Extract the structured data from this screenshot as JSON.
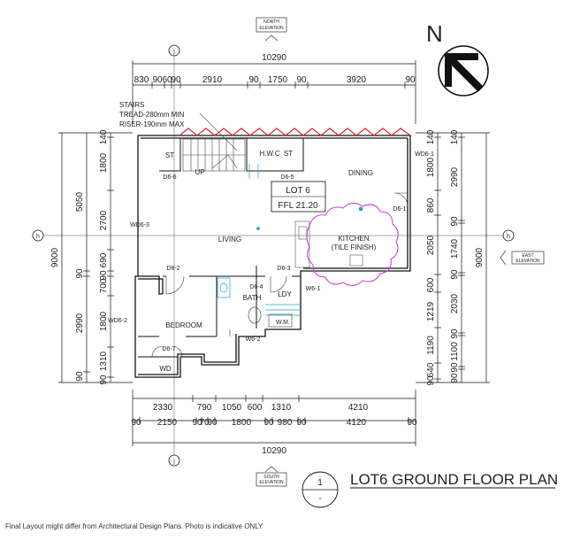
{
  "elevations": {
    "north": [
      "NORTH",
      "ELEVATION"
    ],
    "east": [
      "EAST",
      "ELEVATION"
    ],
    "south": [
      "SOUTH",
      "ELEVATION"
    ]
  },
  "compass": {
    "label": "N"
  },
  "gridlines": {
    "j": "j",
    "h": "h"
  },
  "dims": {
    "top_overall": "10290",
    "top_sub": [
      "830",
      "90",
      "60",
      "90",
      "2910",
      "90",
      "1750",
      "90",
      "3920",
      "90"
    ],
    "bottom_1": [
      "2330",
      "790",
      "1050",
      "600",
      "1310",
      "4210"
    ],
    "bottom_2": [
      "90",
      "2150",
      "90",
      "70",
      "90",
      "1800",
      "90",
      "980",
      "90",
      "4120",
      "90"
    ],
    "bottom_overall": "10290",
    "left_overall": "9000",
    "left_a": [
      "5050",
      "90",
      "2990",
      "90"
    ],
    "left_b": [
      "140",
      "1800",
      "2700",
      "690",
      "90",
      "700",
      "1800",
      "1310",
      "90"
    ],
    "right_overall": "9000",
    "right_a": [
      "140",
      "1800",
      "860",
      "2050",
      "600",
      "1219",
      "1190",
      "640",
      "90"
    ],
    "right_b": [
      "140",
      "2990",
      "90",
      "1740",
      "90",
      "2030",
      "90",
      "1100",
      "90",
      "90"
    ]
  },
  "stairs": {
    "title": "STAIRS",
    "tread": "TREAD-280mm MIN",
    "riser": "RISER-190mm MAX"
  },
  "rooms": {
    "st1": "ST",
    "up": "UP",
    "hwc": "H.W.C",
    "st2": "ST",
    "dining": "DINING",
    "living": "LIVING",
    "kitchen": "KITCHEN",
    "tile": "(TILE FINISH)",
    "bath": "BATH",
    "ldy": "LDY",
    "wm": "W.M.",
    "bedroom": "BEDROOM",
    "wd": "WD"
  },
  "lot": {
    "name": "LOT 6",
    "ffl": "FFL 21.20"
  },
  "doors": {
    "d66": "D6-6",
    "d65": "D6-5",
    "d61": "D6-1",
    "d62": "D6-2",
    "d63": "D6-3",
    "d64": "D6-4",
    "d67": "D6-7"
  },
  "windows": {
    "wd63": "WD6-3",
    "wd62": "WD6-2",
    "wd61": "WD6-1",
    "w61": "W6-1",
    "w62": "W6-2"
  },
  "title_block": {
    "number": "1",
    "scale": "-",
    "title": "LOT6 GROUND FLOOR PLAN"
  },
  "footer": "Final Layout might differ from Architectural Design Plans. Photo is indicative ONLY",
  "colors": {
    "roof_edge": "#e0202a",
    "cloud": "#cc44dd",
    "fixtures": "#1aa6b7",
    "line": "#111111"
  }
}
